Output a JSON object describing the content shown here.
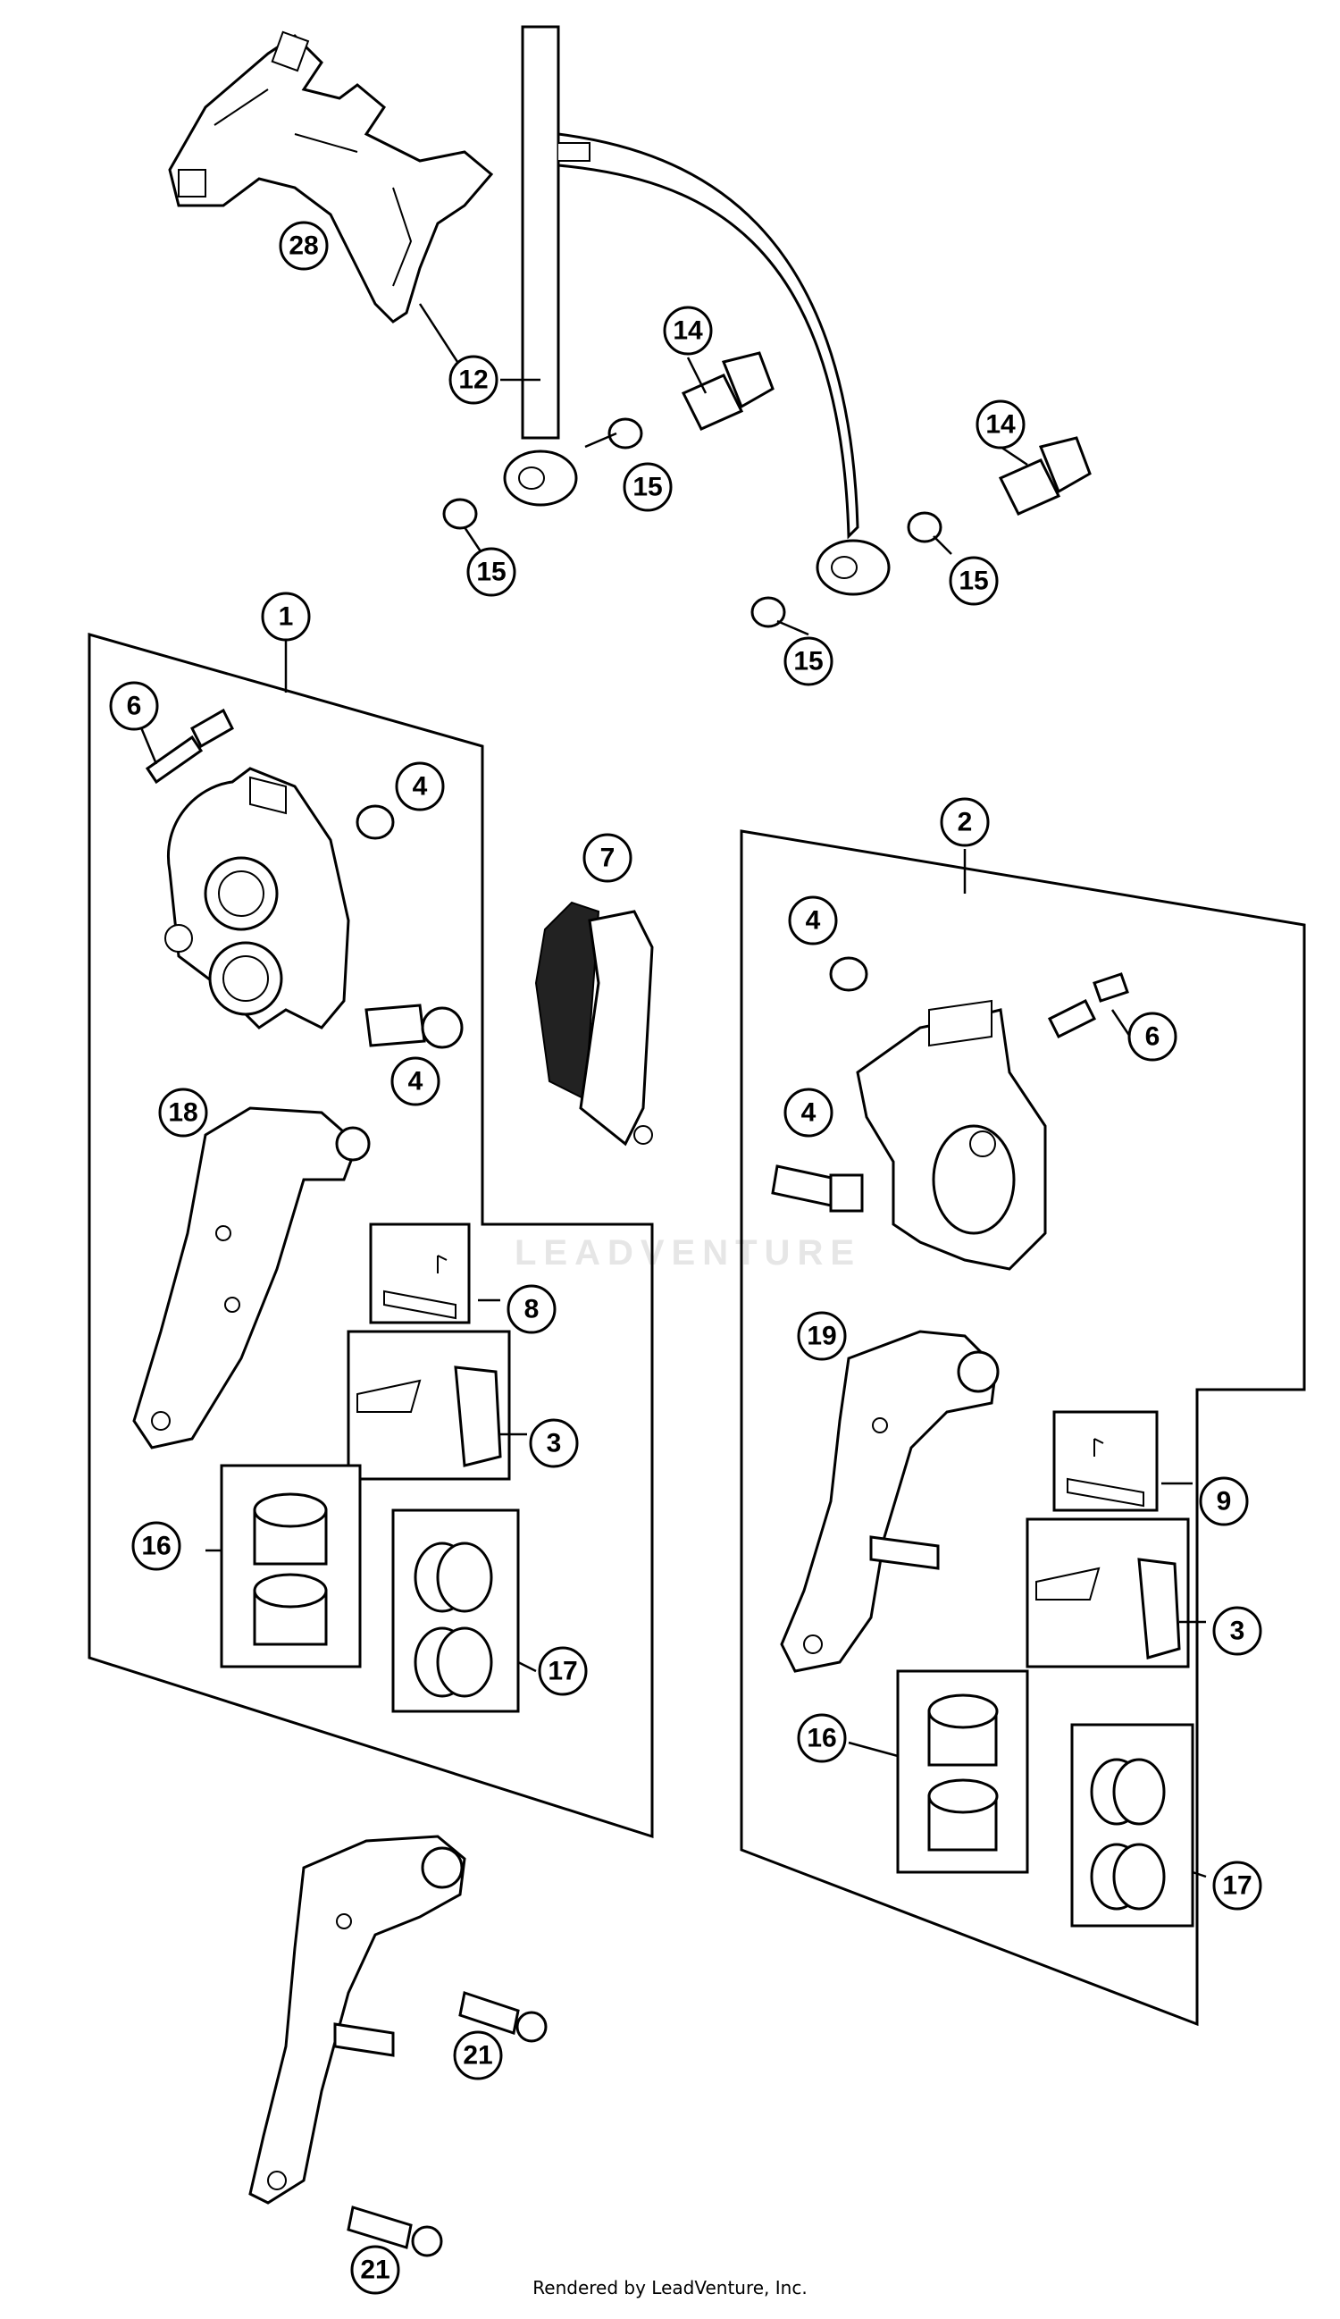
{
  "diagram": {
    "callouts": {
      "c28": "28",
      "c12": "12",
      "c14a": "14",
      "c14b": "14",
      "c15a": "15",
      "c15b": "15",
      "c15c": "15",
      "c15d": "15",
      "c1": "1",
      "c2": "2",
      "c6a": "6",
      "c6b": "6",
      "c4a": "4",
      "c4b": "4",
      "c4c": "4",
      "c4d": "4",
      "c7": "7",
      "c18": "18",
      "c19": "19",
      "c8": "8",
      "c9": "9",
      "c3a": "3",
      "c3b": "3",
      "c16a": "16",
      "c16b": "16",
      "c17a": "17",
      "c17b": "17",
      "c21a": "21",
      "c21b": "21"
    },
    "watermark": "LEADVENTURE"
  },
  "footer": {
    "credit": "Rendered by LeadVenture, Inc."
  }
}
